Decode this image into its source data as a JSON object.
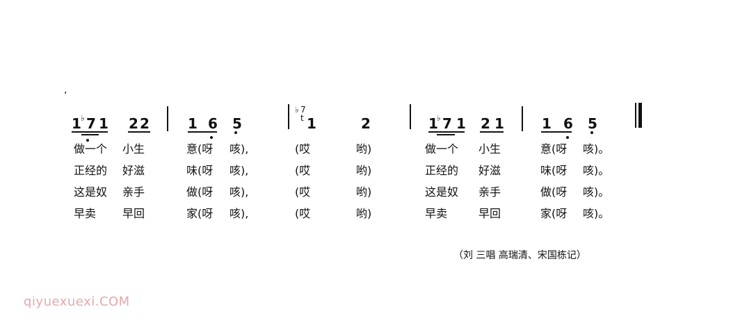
{
  "score": {
    "measures": [
      {
        "notes": [
          "1",
          "♭7",
          "1",
          "2",
          "2"
        ]
      },
      {
        "notes": [
          "1",
          "6",
          "5"
        ]
      },
      {
        "notes": [
          "♭7",
          "t",
          "1",
          "2"
        ]
      },
      {
        "notes": [
          "1",
          "♭7",
          "1",
          "2",
          "1"
        ]
      },
      {
        "notes": [
          "1",
          "6",
          "5"
        ]
      }
    ],
    "lyrics": [
      [
        "做一个",
        "小生",
        "意(呀",
        "咳),",
        "(哎",
        "哟)",
        "做一个",
        "小生",
        "意(呀",
        "咳)。"
      ],
      [
        "正经的",
        "好滋",
        "味(呀",
        "咳),",
        "(哎",
        "哟)",
        "正经的",
        "好滋",
        "味(呀",
        "咳)。"
      ],
      [
        "这是奴",
        "亲手",
        "做(呀",
        "咳),",
        "(哎",
        "哟)",
        "这是奴",
        "亲手",
        "做(呀",
        "咳)。"
      ],
      [
        "早卖",
        "早回",
        "家(呀",
        "咳),",
        "(哎",
        "哟)",
        "早卖",
        "早回",
        "家(呀",
        "咳)。"
      ]
    ]
  },
  "credit": {
    "text": "（刘  三唱  高瑞清、宋国栋记）"
  },
  "watermark": {
    "text": "qiyuexuexi.COM"
  }
}
